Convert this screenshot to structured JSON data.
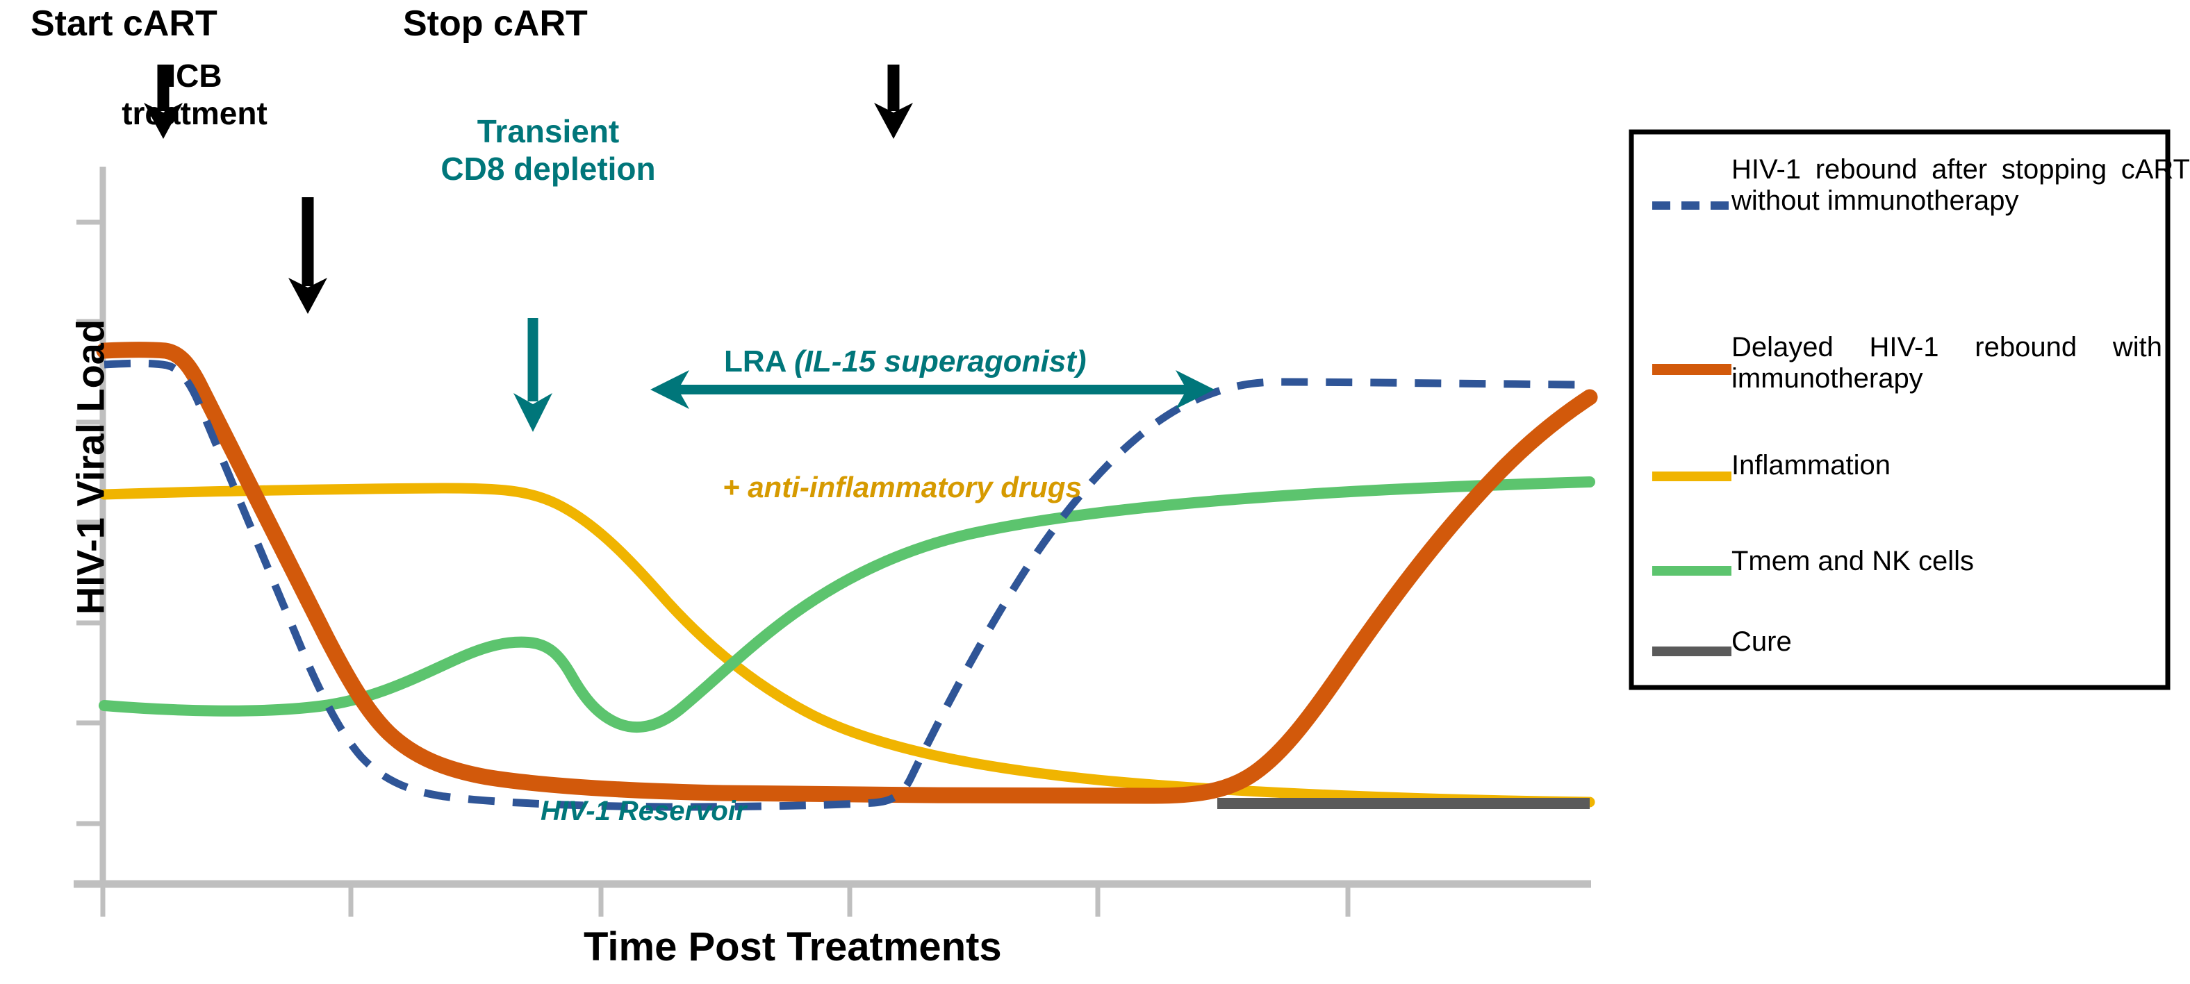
{
  "figure": {
    "axis_labels": {
      "y": "HIV-1 Viral Load",
      "x": "Time Post Treatments"
    },
    "annotations": {
      "start_cart": "Start cART",
      "icb_treatment": "ICB\ntreatment",
      "stop_cart": "Stop cART",
      "transient_cd8": "Transient\nCD8 depletion",
      "lra_main": "LRA ",
      "lra_paren": "(IL-15 superagonist)",
      "anti_inflammatory": "+ anti-inflammatory drugs",
      "hiv_reservoir": "HIV-1 Reservoir"
    },
    "legend": {
      "items": [
        {
          "label": "HIV-1 rebound after stopping cART without immunotherapy",
          "color": "#2F5597",
          "style": "dashed"
        },
        {
          "label": "Delayed HIV-1 rebound with immunotherapy",
          "color": "#D2590B",
          "style": "solid"
        },
        {
          "label": "Inflammation",
          "color": "#F0B400",
          "style": "solid"
        },
        {
          "label": "Tmem and NK cells",
          "color": "#5CC46E",
          "style": "solid"
        },
        {
          "label": "Cure",
          "color": "#5A5A5A",
          "style": "solid"
        }
      ]
    },
    "colors": {
      "blue_dashed": "#2F5597",
      "orange": "#D2590B",
      "yellow": "#F0B400",
      "green": "#5CC46E",
      "gray_cure": "#5A5A5A",
      "teal": "#00767A",
      "gold_text": "#D69A00",
      "axis": "#BFBFBF",
      "black": "#000000"
    }
  },
  "chart_data": {
    "type": "line",
    "title": "",
    "xlabel": "Time Post Treatments",
    "ylabel": "HIV-1 Viral Load",
    "xlim": [
      0,
      100
    ],
    "ylim": [
      0,
      100
    ],
    "grid": false,
    "legend_position": "right",
    "x_ticks": [
      0,
      17,
      34,
      51,
      68,
      85
    ],
    "x_tick_labels": [],
    "y_ticks": [
      0,
      17,
      33,
      50,
      67,
      83,
      100
    ],
    "y_tick_labels": [],
    "series": [
      {
        "name": "HIV-1 rebound after stopping cART without immunotherapy",
        "color": "#2F5597",
        "style": "dashed",
        "x": [
          0,
          4,
          8,
          12,
          16,
          20,
          24,
          30,
          38,
          46,
          54,
          56,
          60,
          65,
          70,
          75,
          80,
          85,
          90,
          95,
          100
        ],
        "y": [
          76,
          76,
          74,
          60,
          40,
          22,
          11,
          6,
          5,
          5,
          5,
          6,
          14,
          28,
          44,
          60,
          72,
          78,
          79,
          79,
          78
        ]
      },
      {
        "name": "Delayed HIV-1 rebound with immunotherapy",
        "color": "#D2590B",
        "style": "solid",
        "x": [
          0,
          4,
          8,
          12,
          18,
          24,
          30,
          36,
          42,
          50,
          60,
          70,
          76,
          80,
          85,
          90,
          95,
          100
        ],
        "y": [
          79,
          79,
          76,
          64,
          45,
          28,
          17,
          11,
          8,
          7,
          6,
          6,
          7,
          11,
          20,
          32,
          45,
          57
        ]
      },
      {
        "name": "Inflammation",
        "color": "#F0B400",
        "style": "solid",
        "x": [
          0,
          8,
          16,
          24,
          30,
          36,
          42,
          50,
          58,
          66,
          74,
          82,
          90,
          95,
          100
        ],
        "y": [
          53,
          53,
          54,
          54,
          52,
          46,
          38,
          30,
          24,
          19,
          15,
          11,
          8,
          7,
          6
        ]
      },
      {
        "name": "Tmem and NK cells",
        "color": "#5CC46E",
        "style": "solid",
        "x": [
          0,
          8,
          16,
          22,
          27,
          31,
          35,
          39,
          43,
          48,
          55,
          63,
          70,
          78,
          86,
          94,
          100
        ],
        "y": [
          25,
          24,
          24,
          26,
          30,
          33,
          32,
          27,
          23,
          25,
          32,
          39,
          43,
          45,
          47,
          48,
          49
        ]
      },
      {
        "name": "Cure",
        "color": "#5A5A5A",
        "style": "solid",
        "x": [
          74,
          80,
          86,
          92,
          100
        ],
        "y": [
          5,
          5,
          5,
          5,
          5
        ]
      }
    ],
    "annotations": [
      {
        "text": "Start cART",
        "x": 4,
        "type": "down-arrow"
      },
      {
        "text": "ICB treatment",
        "x": 14,
        "type": "down-arrow"
      },
      {
        "text": "Transient CD8 depletion",
        "x": 29,
        "type": "down-arrow"
      },
      {
        "text": "Stop cART",
        "x": 53,
        "type": "down-arrow"
      },
      {
        "text": "LRA (IL-15 superagonist)",
        "x0": 37,
        "x1": 74,
        "type": "double-arrow"
      },
      {
        "text": "+ anti-inflammatory drugs",
        "x": 50,
        "type": "text"
      },
      {
        "text": "HIV-1 Reservoir",
        "x": 34,
        "type": "text"
      }
    ]
  }
}
